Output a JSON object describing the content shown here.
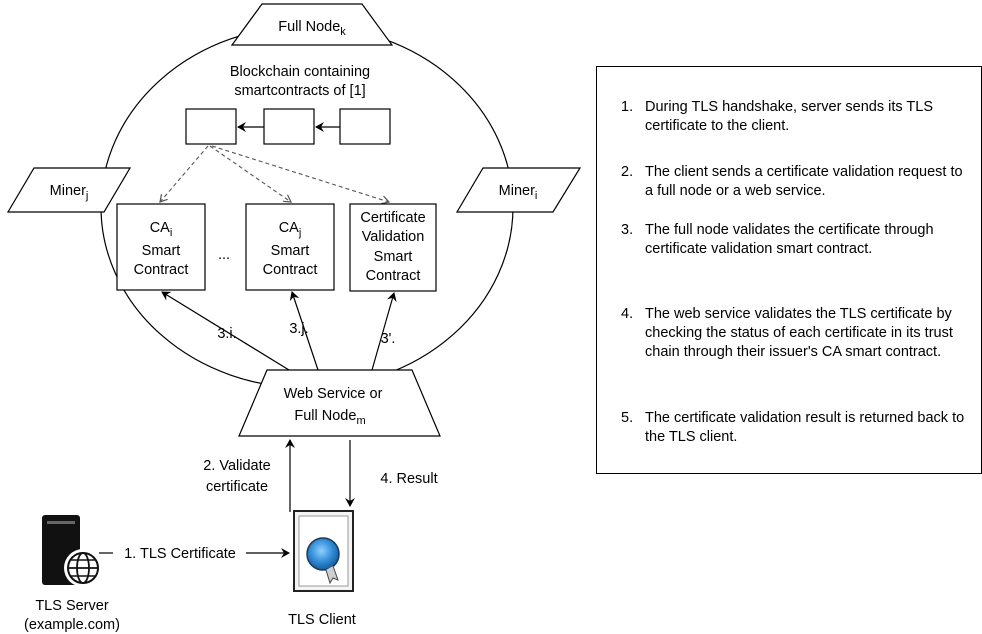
{
  "diagram": {
    "full_node_k": {
      "label": "Full Node",
      "sub": "k"
    },
    "blockchain_label": [
      "Blockchain containing",
      "smartcontracts of [1]"
    ],
    "miner_j": {
      "label": "Miner",
      "sub": "j"
    },
    "miner_i": {
      "label": "Miner",
      "sub": "i"
    },
    "ca_i": {
      "label": "CA",
      "sub": "i",
      "lines": [
        "Smart",
        "Contract"
      ]
    },
    "ellipsis": "...",
    "ca_j": {
      "label": "CA",
      "sub": "j",
      "lines": [
        "Smart",
        "Contract"
      ]
    },
    "cert_validation": {
      "lines": [
        "Certificate",
        "Validation",
        "Smart",
        "Contract"
      ]
    },
    "edge_3i": "3.i.",
    "edge_3j": "3.j.",
    "edge_3prime": "3'.",
    "web_service": {
      "line1": "Web Service or",
      "line2": "Full Node",
      "sub": "m"
    },
    "validate_label": [
      "2. Validate",
      "certificate"
    ],
    "result_label": "4. Result",
    "tls_cert_label": "1. TLS Certificate",
    "tls_server": [
      "TLS Server",
      "(example.com)"
    ],
    "tls_client": "TLS Client"
  },
  "legend": {
    "steps": [
      {
        "num": "1.",
        "text": "During TLS handshake, server sends its TLS certificate to the client."
      },
      {
        "num": "2.",
        "text": "The client sends a certificate validation request to a full node or a web service."
      },
      {
        "num": "3.",
        "text": "The full node validates the certificate through certificate validation smart contract."
      },
      {
        "num": "4.",
        "text": "The web service validates the TLS certificate by checking the status of each certificate in its trust chain through their issuer's CA smart contract."
      },
      {
        "num": "5.",
        "text": "The certificate validation result is returned back to the TLS client."
      }
    ]
  },
  "icons": [
    "server-icon",
    "globe-icon",
    "certificate-icon"
  ],
  "colors": {
    "stroke": "#000000",
    "dashed_arrow": "#555555",
    "seal": "#2e8ad6",
    "server": "#111111"
  }
}
